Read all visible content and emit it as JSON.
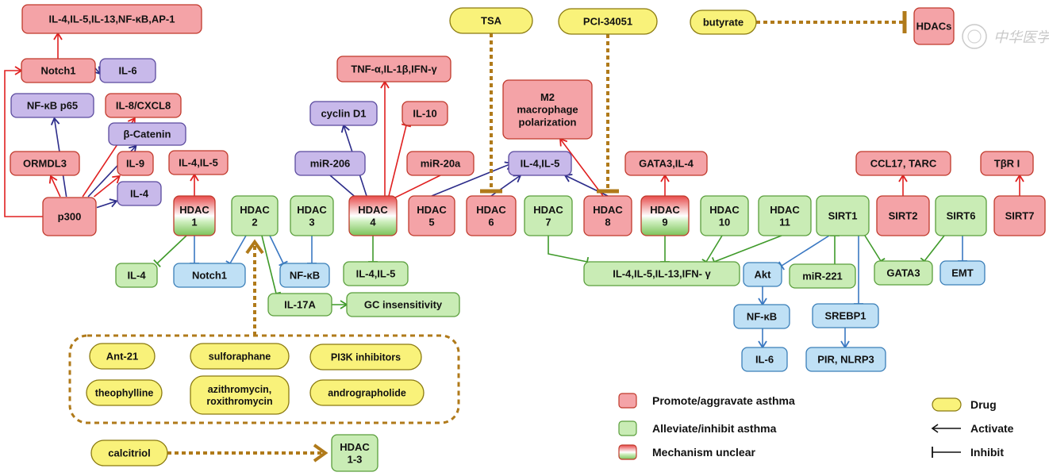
{
  "colors": {
    "red_fill": "#f4a3a7",
    "red_stroke": "#c0392b",
    "green_fill": "#c9ecb5",
    "green_stroke": "#5a9e3c",
    "purple_fill": "#c8b9ea",
    "purple_stroke": "#5a4a9e",
    "blue_fill": "#bfe0f5",
    "blue_stroke": "#3b7fb8",
    "yellow_fill": "#f9f27a",
    "yellow_stroke": "#8a7a10",
    "red_arrow": "#e02020",
    "navy_arrow": "#2c2c8a",
    "blue_arrow": "#3a78c2",
    "green_arrow": "#3f9a2a",
    "drug_link": "#b07a1a"
  },
  "nodes": [
    {
      "id": "il4_il5_il13_nfkb_ap1",
      "label": "IL-4,IL-5,IL-13,NF-κB,AP-1",
      "kind": "red"
    },
    {
      "id": "notch1_top",
      "label": "Notch1",
      "kind": "red"
    },
    {
      "id": "il6_top",
      "label": "IL-6",
      "kind": "purple"
    },
    {
      "id": "nfkb_p65",
      "label": "NF-κB p65",
      "kind": "purple"
    },
    {
      "id": "il8",
      "label": "IL-8/CXCL8",
      "kind": "red"
    },
    {
      "id": "bcat",
      "label": "β-Catenin",
      "kind": "purple"
    },
    {
      "id": "ormdl3",
      "label": "ORMDL3",
      "kind": "red"
    },
    {
      "id": "il9",
      "label": "IL-9",
      "kind": "red"
    },
    {
      "id": "il4_p",
      "label": "IL-4",
      "kind": "purple"
    },
    {
      "id": "p300",
      "label": "p300",
      "kind": "red"
    },
    {
      "id": "il4il5_h1",
      "label": "IL-4,IL-5",
      "kind": "red"
    },
    {
      "id": "hdac1",
      "label": "HDAC\n1",
      "kind": "mix"
    },
    {
      "id": "hdac2",
      "label": "HDAC\n2",
      "kind": "green"
    },
    {
      "id": "hdac3",
      "label": "HDAC\n3",
      "kind": "green"
    },
    {
      "id": "hdac4",
      "label": "HDAC\n4",
      "kind": "mix"
    },
    {
      "id": "hdac5",
      "label": "HDAC\n5",
      "kind": "red"
    },
    {
      "id": "hdac6",
      "label": "HDAC\n6",
      "kind": "red"
    },
    {
      "id": "hdac7",
      "label": "HDAC\n7",
      "kind": "green"
    },
    {
      "id": "hdac8",
      "label": "HDAC\n8",
      "kind": "red"
    },
    {
      "id": "hdac9",
      "label": "HDAC\n9",
      "kind": "mix"
    },
    {
      "id": "hdac10",
      "label": "HDAC\n10",
      "kind": "green"
    },
    {
      "id": "hdac11",
      "label": "HDAC\n11",
      "kind": "green"
    },
    {
      "id": "sirt1",
      "label": "SIRT1",
      "kind": "green"
    },
    {
      "id": "sirt2",
      "label": "SIRT2",
      "kind": "red"
    },
    {
      "id": "sirt6",
      "label": "SIRT6",
      "kind": "green"
    },
    {
      "id": "sirt7",
      "label": "SIRT7",
      "kind": "red"
    },
    {
      "id": "tnfa",
      "label": "TNF-α,IL-1β,IFN-γ",
      "kind": "red"
    },
    {
      "id": "cyclind1",
      "label": "cyclin D1",
      "kind": "purple"
    },
    {
      "id": "il10",
      "label": "IL-10",
      "kind": "red"
    },
    {
      "id": "mir206",
      "label": "miR-206",
      "kind": "purple"
    },
    {
      "id": "mir20a",
      "label": "miR-20a",
      "kind": "red"
    },
    {
      "id": "il4il5_p",
      "label": "IL-4,IL-5",
      "kind": "purple"
    },
    {
      "id": "m2",
      "label": "M2\nmacrophage\npolarization",
      "kind": "red"
    },
    {
      "id": "gata3il4",
      "label": "GATA3,IL-4",
      "kind": "red"
    },
    {
      "id": "ccl17",
      "label": "CCL17, TARC",
      "kind": "red"
    },
    {
      "id": "tbr1",
      "label": "TβR I",
      "kind": "red"
    },
    {
      "id": "hdacs",
      "label": "HDACs",
      "kind": "red"
    },
    {
      "id": "il4_g",
      "label": "IL-4",
      "kind": "green"
    },
    {
      "id": "notch1_b",
      "label": "Notch1",
      "kind": "blue"
    },
    {
      "id": "nfkb_b",
      "label": "NF-κB",
      "kind": "blue"
    },
    {
      "id": "il4il5_g",
      "label": "IL-4,IL-5",
      "kind": "green"
    },
    {
      "id": "il17a",
      "label": "IL-17A",
      "kind": "green"
    },
    {
      "id": "gc",
      "label": "GC insensitivity",
      "kind": "green"
    },
    {
      "id": "il4_il5_il13_ifn",
      "label": "IL-4,IL-5,IL-13,IFN- γ",
      "kind": "green"
    },
    {
      "id": "akt",
      "label": "Akt",
      "kind": "blue"
    },
    {
      "id": "mir221",
      "label": "miR-221",
      "kind": "green"
    },
    {
      "id": "gata3",
      "label": "GATA3",
      "kind": "green"
    },
    {
      "id": "emt",
      "label": "EMT",
      "kind": "blue"
    },
    {
      "id": "nfkb_b2",
      "label": "NF-κB",
      "kind": "blue"
    },
    {
      "id": "srebp1",
      "label": "SREBP1",
      "kind": "blue"
    },
    {
      "id": "il6_b",
      "label": "IL-6",
      "kind": "blue"
    },
    {
      "id": "pir",
      "label": "PIR, NLRP3",
      "kind": "blue"
    },
    {
      "id": "hdac13",
      "label": "HDAC\n1-3",
      "kind": "green"
    },
    {
      "id": "tsa",
      "label": "TSA",
      "kind": "drug"
    },
    {
      "id": "pci",
      "label": "PCI-34051",
      "kind": "drug"
    },
    {
      "id": "butyrate",
      "label": "butyrate",
      "kind": "drug"
    },
    {
      "id": "ant21",
      "label": "Ant-21",
      "kind": "drug"
    },
    {
      "id": "sulfo",
      "label": "sulforaphane",
      "kind": "drug"
    },
    {
      "id": "pi3k",
      "label": "PI3K inhibitors",
      "kind": "drug"
    },
    {
      "id": "theo",
      "label": "theophylline",
      "kind": "drug"
    },
    {
      "id": "azi",
      "label": "azithromycin,\nroxithromycin",
      "kind": "drug"
    },
    {
      "id": "andro",
      "label": "andrographolide",
      "kind": "drug"
    },
    {
      "id": "calcitriol",
      "label": "calcitriol",
      "kind": "drug"
    }
  ],
  "edges": [
    {
      "from": "p300",
      "to": "notch1_top",
      "type": "activate",
      "color": "red_arrow"
    },
    {
      "from": "notch1_top",
      "to": "il4_il5_il13_nfkb_ap1",
      "type": "activate",
      "color": "red_arrow"
    },
    {
      "from": "notch1_top",
      "to": "il6_top",
      "type": "activate",
      "color": "navy_arrow"
    },
    {
      "from": "p300",
      "to": "nfkb_p65",
      "type": "activate",
      "color": "navy_arrow"
    },
    {
      "from": "p300",
      "to": "il8",
      "type": "activate",
      "color": "red_arrow"
    },
    {
      "from": "p300",
      "to": "bcat",
      "type": "activate",
      "color": "navy_arrow"
    },
    {
      "from": "p300",
      "to": "ormdl3",
      "type": "activate",
      "color": "red_arrow"
    },
    {
      "from": "p300",
      "to": "il9",
      "type": "activate",
      "color": "red_arrow"
    },
    {
      "from": "p300",
      "to": "il4_p",
      "type": "activate",
      "color": "navy_arrow"
    },
    {
      "from": "hdac1",
      "to": "il4il5_h1",
      "type": "activate",
      "color": "red_arrow"
    },
    {
      "from": "hdac1",
      "to": "il4_g",
      "type": "inhibit",
      "color": "green_arrow"
    },
    {
      "from": "hdac1",
      "to": "notch1_b",
      "type": "inhibit",
      "color": "blue_arrow"
    },
    {
      "from": "hdac2",
      "to": "notch1_b",
      "type": "inhibit",
      "color": "blue_arrow"
    },
    {
      "from": "hdac2",
      "to": "nfkb_b",
      "type": "inhibit",
      "color": "blue_arrow"
    },
    {
      "from": "hdac2",
      "to": "il17a",
      "type": "inhibit",
      "color": "green_arrow"
    },
    {
      "from": "il17a",
      "to": "gc",
      "type": "activate",
      "color": "green_arrow"
    },
    {
      "from": "hdac3",
      "to": "nfkb_b",
      "type": "inhibit",
      "color": "blue_arrow"
    },
    {
      "from": "hdac4",
      "to": "il4il5_g",
      "type": "inhibit",
      "color": "green_arrow"
    },
    {
      "from": "hdac4",
      "to": "cyclind1",
      "type": "activate",
      "color": "navy_arrow"
    },
    {
      "from": "hdac4",
      "to": "tnfa",
      "type": "activate",
      "color": "red_arrow"
    },
    {
      "from": "hdac4",
      "to": "il10",
      "type": "inhibit",
      "color": "red_arrow"
    },
    {
      "from": "mir206",
      "to": "hdac4",
      "type": "inhibit",
      "color": "navy_arrow"
    },
    {
      "from": "mir20a",
      "to": "hdac4",
      "type": "inhibit",
      "color": "red_arrow"
    },
    {
      "from": "hdac5",
      "to": "il4il5_p",
      "type": "activate",
      "color": "navy_arrow"
    },
    {
      "from": "hdac6",
      "to": "il4il5_p",
      "type": "activate",
      "color": "navy_arrow"
    },
    {
      "from": "hdac8",
      "to": "il4il5_p",
      "type": "activate",
      "color": "navy_arrow"
    },
    {
      "from": "hdac8",
      "to": "m2",
      "type": "activate",
      "color": "red_arrow"
    },
    {
      "from": "hdac9",
      "to": "gata3il4",
      "type": "activate",
      "color": "red_arrow"
    },
    {
      "from": "hdac7",
      "to": "il4_il5_il13_ifn",
      "type": "inhibit",
      "color": "green_arrow"
    },
    {
      "from": "hdac9",
      "to": "il4_il5_il13_ifn",
      "type": "inhibit",
      "color": "green_arrow"
    },
    {
      "from": "hdac10",
      "to": "il4_il5_il13_ifn",
      "type": "inhibit",
      "color": "green_arrow"
    },
    {
      "from": "hdac11",
      "to": "il4_il5_il13_ifn",
      "type": "inhibit",
      "color": "green_arrow"
    },
    {
      "from": "sirt1",
      "to": "akt",
      "type": "inhibit",
      "color": "blue_arrow"
    },
    {
      "from": "mir221",
      "to": "sirt1",
      "type": "inhibit",
      "color": "green_arrow"
    },
    {
      "from": "sirt1",
      "to": "srebp1",
      "type": "inhibit",
      "color": "blue_arrow"
    },
    {
      "from": "sirt1",
      "to": "gata3",
      "type": "inhibit",
      "color": "green_arrow"
    },
    {
      "from": "sirt6",
      "to": "gata3",
      "type": "inhibit",
      "color": "green_arrow"
    },
    {
      "from": "sirt6",
      "to": "emt",
      "type": "inhibit",
      "color": "blue_arrow"
    },
    {
      "from": "sirt2",
      "to": "ccl17",
      "type": "activate",
      "color": "red_arrow"
    },
    {
      "from": "sirt7",
      "to": "tbr1",
      "type": "activate",
      "color": "red_arrow"
    },
    {
      "from": "akt",
      "to": "nfkb_b2",
      "type": "activate",
      "color": "blue_arrow"
    },
    {
      "from": "nfkb_b2",
      "to": "il6_b",
      "type": "activate",
      "color": "blue_arrow"
    },
    {
      "from": "srebp1",
      "to": "pir",
      "type": "activate",
      "color": "blue_arrow"
    },
    {
      "from": "tsa",
      "to": "hdac6",
      "type": "inhibit",
      "color": "drug_link",
      "dashed": true
    },
    {
      "from": "pci",
      "to": "hdac8",
      "type": "inhibit",
      "color": "drug_link",
      "dashed": true
    },
    {
      "from": "butyrate",
      "to": "hdacs",
      "type": "inhibit",
      "color": "drug_link",
      "dashed": true
    },
    {
      "from": "drug_group",
      "to": "hdac2",
      "type": "activate",
      "color": "drug_link",
      "dashed": true
    },
    {
      "from": "calcitriol",
      "to": "hdac13",
      "type": "activate",
      "color": "drug_link",
      "dashed": true
    }
  ],
  "legend": {
    "items": [
      {
        "label": "Promote/aggravate asthma",
        "kind": "red"
      },
      {
        "label": "Alleviate/inhibit  asthma",
        "kind": "green"
      },
      {
        "label": "Mechanism  unclear",
        "kind": "mix"
      },
      {
        "label": "Drug",
        "kind": "drug"
      },
      {
        "label": "Activate",
        "kind": "activate"
      },
      {
        "label": "Inhibit",
        "kind": "inhibit"
      }
    ]
  },
  "watermark": "中华医学会"
}
